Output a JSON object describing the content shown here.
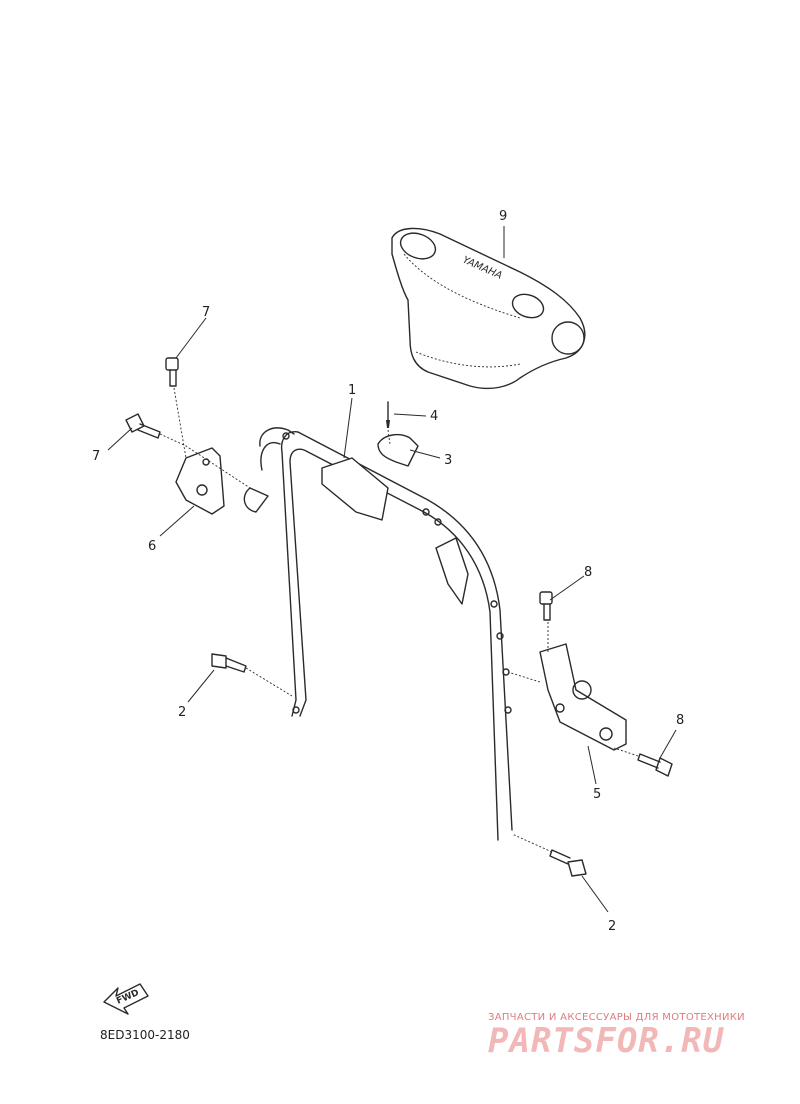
{
  "callouts": [
    {
      "num": "1",
      "part": "handlebar"
    },
    {
      "num": "2",
      "part": "bolt-lower-left"
    },
    {
      "num": "2",
      "part": "bolt-lower-right"
    },
    {
      "num": "3",
      "part": "clip"
    },
    {
      "num": "4",
      "part": "pin"
    },
    {
      "num": "5",
      "part": "bracket-right"
    },
    {
      "num": "6",
      "part": "bracket-left"
    },
    {
      "num": "7",
      "part": "bolt-top-left"
    },
    {
      "num": "7",
      "part": "bolt-left"
    },
    {
      "num": "8",
      "part": "bolt-top-right"
    },
    {
      "num": "8",
      "part": "bolt-right"
    },
    {
      "num": "9",
      "part": "handlebar-cover"
    }
  ],
  "fwd_label": "FWD",
  "cover_logo_text": "YAMAHA",
  "diagram_code": "8ED3100-2180",
  "watermark": {
    "tagline": "ЗАПЧАСТИ И АКСЕССУАРЫ ДЛЯ МОТОТЕХНИКИ",
    "logo": "PARTSFOR.RU",
    "color": "#e07b7b"
  }
}
